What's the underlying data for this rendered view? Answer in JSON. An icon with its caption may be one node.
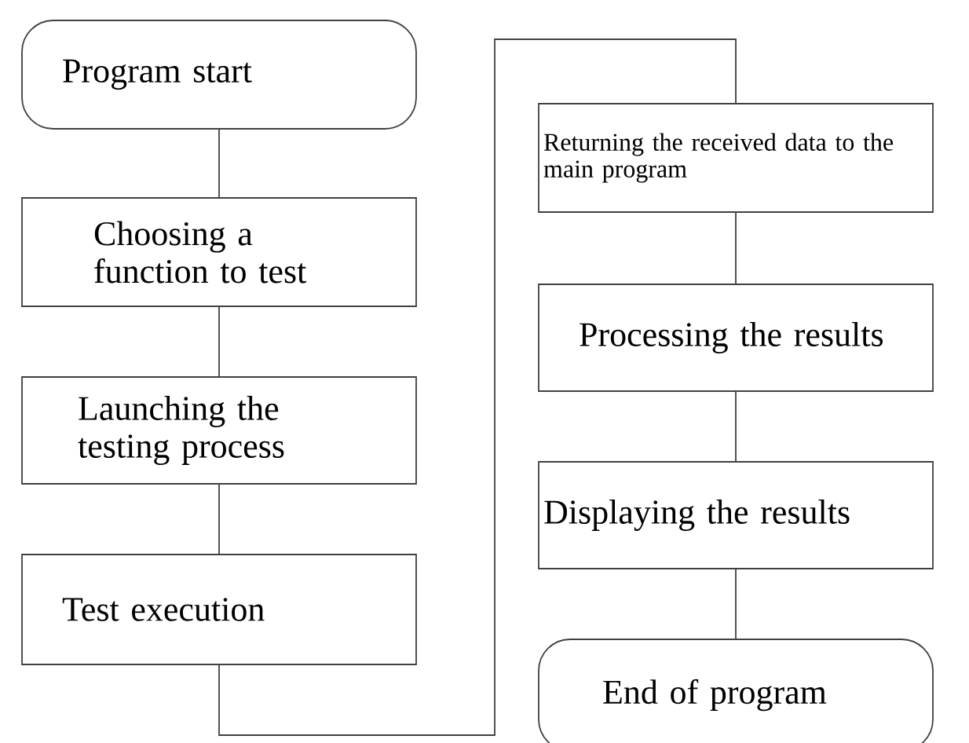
{
  "diagram": {
    "nodes": [
      {
        "text": [
          "Program start"
        ]
      },
      {
        "text": [
          "Choosing a function to test"
        ]
      },
      {
        "text": [
          "Launching the testing process"
        ]
      },
      {
        "text": [
          "Test execution"
        ]
      },
      {
        "text": [
          "Returning the received data to the main program"
        ]
      },
      {
        "text": [
          "Processing the results"
        ]
      },
      {
        "text": [
          "Displaying the results"
        ]
      },
      {
        "text": [
          "End of program"
        ]
      }
    ],
    "edges": [
      {
        "from": 0,
        "to": 1,
        "arrow": "none"
      },
      {
        "from": 1,
        "to": 2,
        "arrow": "none"
      },
      {
        "from": 2,
        "to": 3,
        "arrow": "none"
      },
      {
        "from": 3,
        "to": 4,
        "arrow": "none"
      },
      {
        "from": 4,
        "to": 5,
        "arrow": "none"
      },
      {
        "from": 5,
        "to": 6,
        "arrow": "none"
      },
      {
        "from": 6,
        "to": 7,
        "arrow": "none"
      }
    ]
  }
}
